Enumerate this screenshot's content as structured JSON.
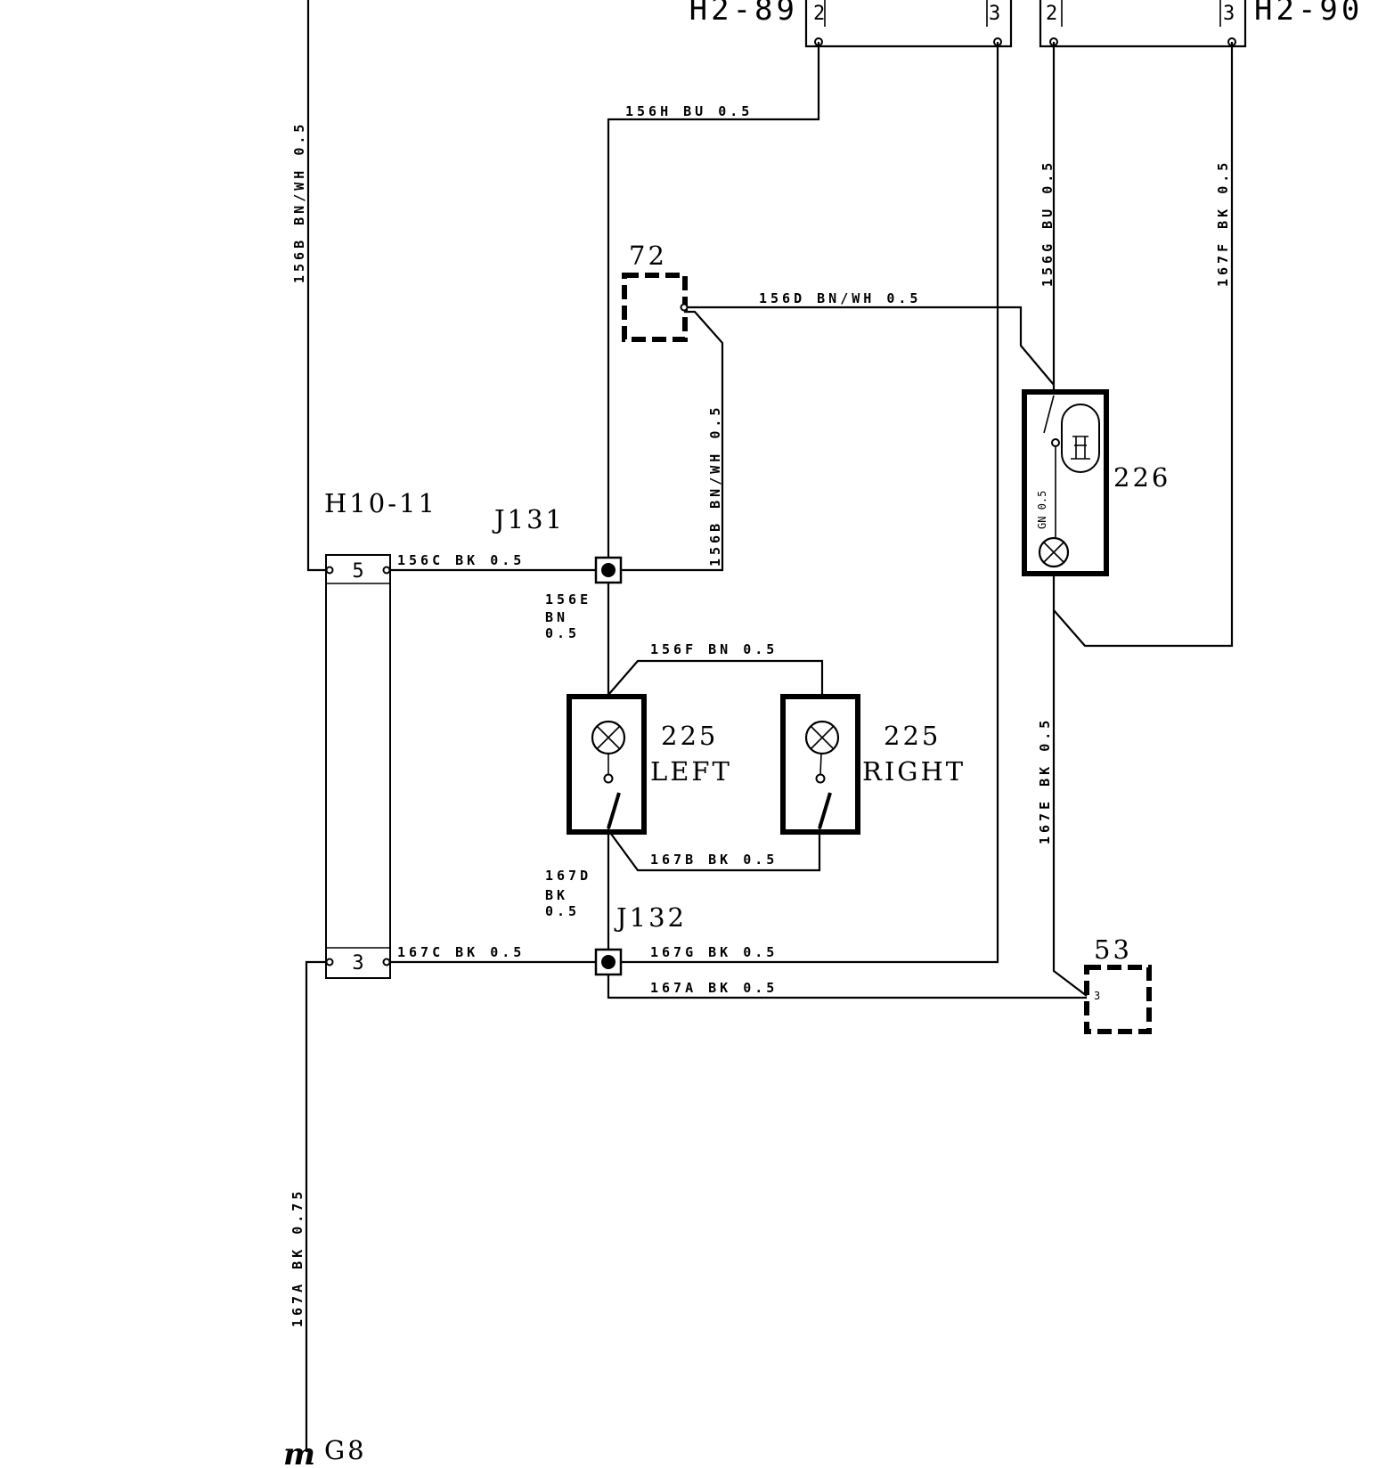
{
  "connectors": {
    "h2_89": {
      "name": "H2-89",
      "pin_left": "2",
      "pin_right": "3"
    },
    "h2_90": {
      "name": "H2-90",
      "pin_left": "2",
      "pin_right": "3"
    },
    "h10_11": {
      "name": "H10-11",
      "pin_top": "5",
      "pin_bottom": "3"
    }
  },
  "components": {
    "c72": "72",
    "c53": "53",
    "c53_pin": "3",
    "c226": "226",
    "c225_left_num": "225",
    "c225_left_side": "LEFT",
    "c225_right_num": "225",
    "c225_right_side": "RIGHT",
    "c226_internal": "GN 0.5"
  },
  "junctions": {
    "j131": "J131",
    "j132": "J132"
  },
  "ground": {
    "name": "G8"
  },
  "wires": {
    "w156b_top": "156B BN/WH 0.5",
    "w156h": "156H BU 0.5",
    "w156g": "156G BU 0.5",
    "w167f": "167F BK 0.5",
    "w156d": "156D BN/WH 0.5",
    "w156b_right": "156B BN/WH 0.5",
    "w156c": "156C BK 0.5",
    "w156e_1": "156E",
    "w156e_2": "BN",
    "w156e_3": "0.5",
    "w156f": "156F BN 0.5",
    "w167b": "167B BK 0.5",
    "w167d_1": "167D",
    "w167d_2": "BK",
    "w167d_3": "0.5",
    "w167c": "167C BK 0.5",
    "w167g": "167G BK 0.5",
    "w167a_h": "167A BK 0.5",
    "w167e": "167E BK 0.5",
    "w167a_v": "167A BK 0.75"
  }
}
